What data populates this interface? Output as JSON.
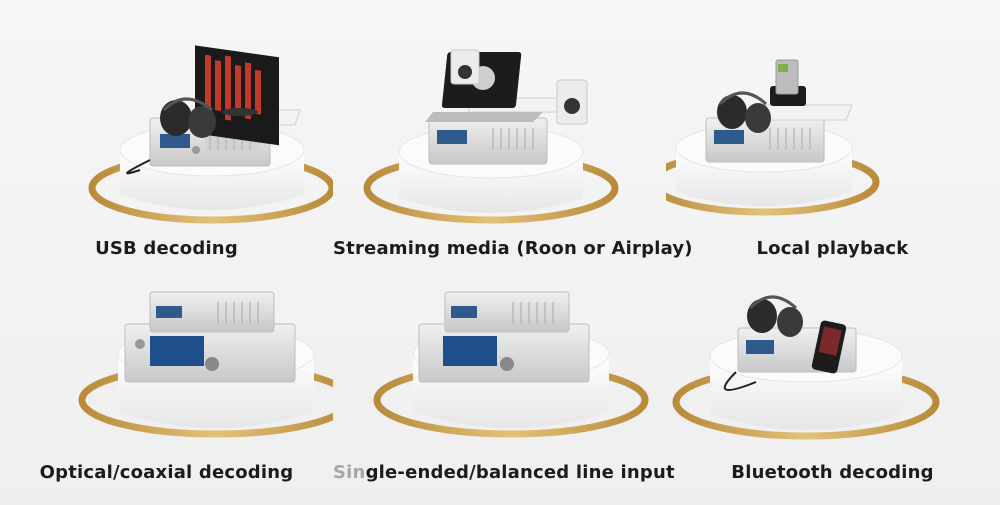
{
  "features": [
    {
      "label": "USB decoding",
      "device": "monitor-icon"
    },
    {
      "label": "Streaming media (Roon or Airplay)",
      "device": "laptop-speakers-icon"
    },
    {
      "label": "Local playback",
      "device": "hard-drive-dock-icon"
    },
    {
      "label": "Optical/coaxial decoding",
      "device": "stacked-units-icon"
    },
    {
      "label_faded": "Sin",
      "label_rest": "gle-ended/balanced line input",
      "device": "stacked-units-icon"
    },
    {
      "label": "Bluetooth decoding",
      "device": "smartphone-icon"
    }
  ],
  "colors": {
    "gold_ring": "#c9a04e",
    "pedestal": "#f8f8f8",
    "device_silver": "#d9d9d9",
    "display": "#1f4f8a"
  }
}
